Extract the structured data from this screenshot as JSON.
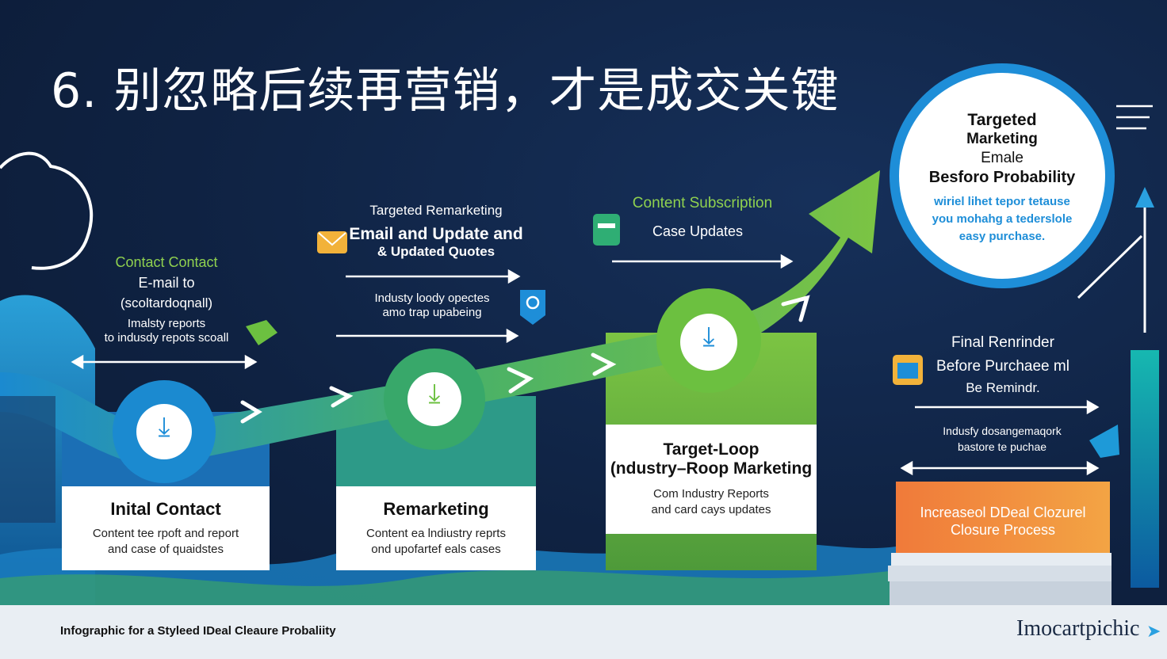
{
  "title": "6. 别忽略后续再营销，才是成交关键",
  "colors": {
    "background": "#0f2242",
    "green": "#7cc443",
    "blue": "#1f8fd6",
    "orange": "#ef7a3c",
    "white": "#ffffff"
  },
  "top_left": {
    "heading": "Contact Contact",
    "line2": "E-mail to",
    "line3": "(scoltardoqnall)",
    "line4": "Imalsty reports",
    "line5": "to indusdy repots scoall"
  },
  "top_mid": {
    "line1": "Targeted Remarketing",
    "line2": "Email and Update and",
    "line3": "& Updated Quotes",
    "line4": "Industy loody opectes",
    "line5": "amo trap upabeing"
  },
  "top_right": {
    "heading": "Content Subscription",
    "line2": "Case Updates"
  },
  "big_circle": {
    "line1": "Targeted",
    "line2": "Marketing",
    "line3": "Emale",
    "line4": "Besforo Probability",
    "blue1": "wiriel lihet tepor tetause",
    "blue2": "you mohahg a tederslole",
    "blue3": "easy purchase."
  },
  "final": {
    "line1": "Final Renrinder",
    "line2": "Before Purchaee ml",
    "line3": "Be Remindr.",
    "line4": "Indusfy dosangemaqork",
    "line5": "bastore te puchae"
  },
  "cards": [
    {
      "title": "Inital Contact",
      "line1": "Content tee rpoft and report",
      "line2": "and case of quaidstes"
    },
    {
      "title": "Remarketing",
      "line1": "Content ea lndiustry reprts",
      "line2": "ond upofartef eals cases"
    },
    {
      "title": "Target-Loop",
      "title2": "(ndustry–Roop Marketing",
      "line1": "Com Industry Reports",
      "line2": "and card cays updates"
    }
  ],
  "orange_box": {
    "line1": "Increaseol DDeal Clozurel",
    "line2": "Closure Process"
  },
  "footer": {
    "caption": "Infographic for a Styleed IDeal Cleaure Probaliity",
    "brand": "Imocartpichic"
  },
  "icons": [
    "cloud-icon",
    "email-icon",
    "location-icon",
    "subscription-icon",
    "calendar-icon",
    "download-icon",
    "arrow-up-icon",
    "menu-icon"
  ]
}
